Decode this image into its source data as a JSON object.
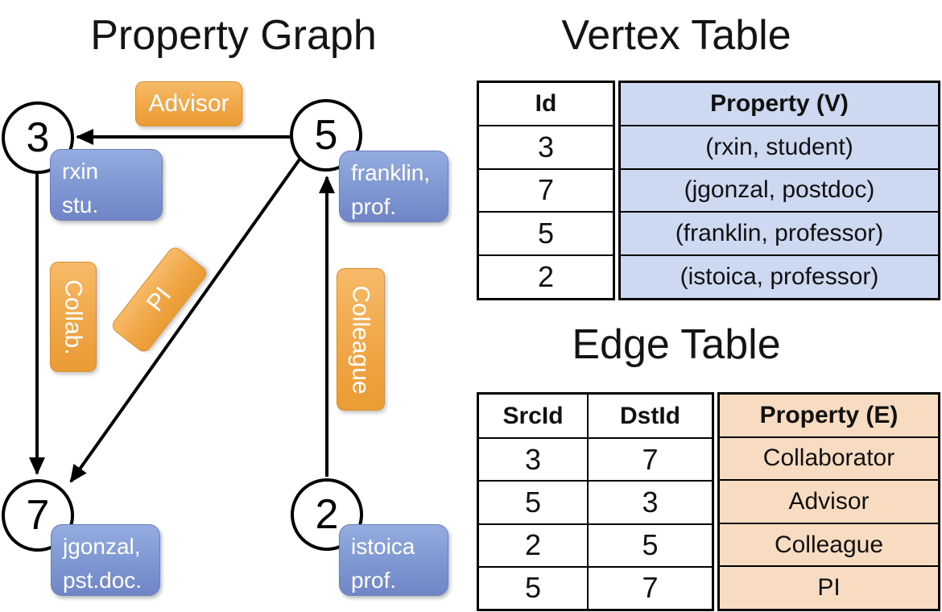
{
  "titles": {
    "graph": "Property Graph",
    "vertex": "Vertex Table",
    "edge": "Edge Table"
  },
  "graph": {
    "vertices": [
      {
        "id": "3",
        "line1": "rxin",
        "line2": "stu."
      },
      {
        "id": "5",
        "line1": "franklin,",
        "line2": "prof."
      },
      {
        "id": "7",
        "line1": "jgonzal,",
        "line2": "pst.doc."
      },
      {
        "id": "2",
        "line1": "istoica",
        "line2": "prof."
      }
    ],
    "edge_labels": {
      "advisor": "Advisor",
      "collab": "Collab.",
      "pi": "PI",
      "colleague": "Colleague"
    },
    "edges": [
      {
        "src": "5",
        "dst": "3",
        "label": "Advisor"
      },
      {
        "src": "3",
        "dst": "7",
        "label": "Collab."
      },
      {
        "src": "5",
        "dst": "7",
        "label": "PI"
      },
      {
        "src": "2",
        "dst": "5",
        "label": "Colleague"
      }
    ]
  },
  "vertex_table": {
    "headers": {
      "id": "Id",
      "property": "Property (V)"
    },
    "rows": [
      {
        "id": "3",
        "property": "(rxin, student)"
      },
      {
        "id": "7",
        "property": "(jgonzal, postdoc)"
      },
      {
        "id": "5",
        "property": "(franklin, professor)"
      },
      {
        "id": "2",
        "property": "(istoica, professor)"
      }
    ]
  },
  "edge_table": {
    "headers": {
      "src": "SrcId",
      "dst": "DstId",
      "property": "Property (E)"
    },
    "rows": [
      {
        "src": "3",
        "dst": "7",
        "property": "Collaborator"
      },
      {
        "src": "5",
        "dst": "3",
        "property": "Advisor"
      },
      {
        "src": "2",
        "dst": "5",
        "property": "Colleague"
      },
      {
        "src": "5",
        "dst": "7",
        "property": "PI"
      }
    ]
  },
  "colors": {
    "vertex_box_top": "#94ACDF",
    "vertex_box_bottom": "#7085C6",
    "edge_box_top": "#F7BA68",
    "edge_box_bottom": "#EA9B34",
    "vertex_table_fill": "#CDD9F0",
    "edge_table_fill": "#F8DCC1",
    "line": "#000000"
  }
}
